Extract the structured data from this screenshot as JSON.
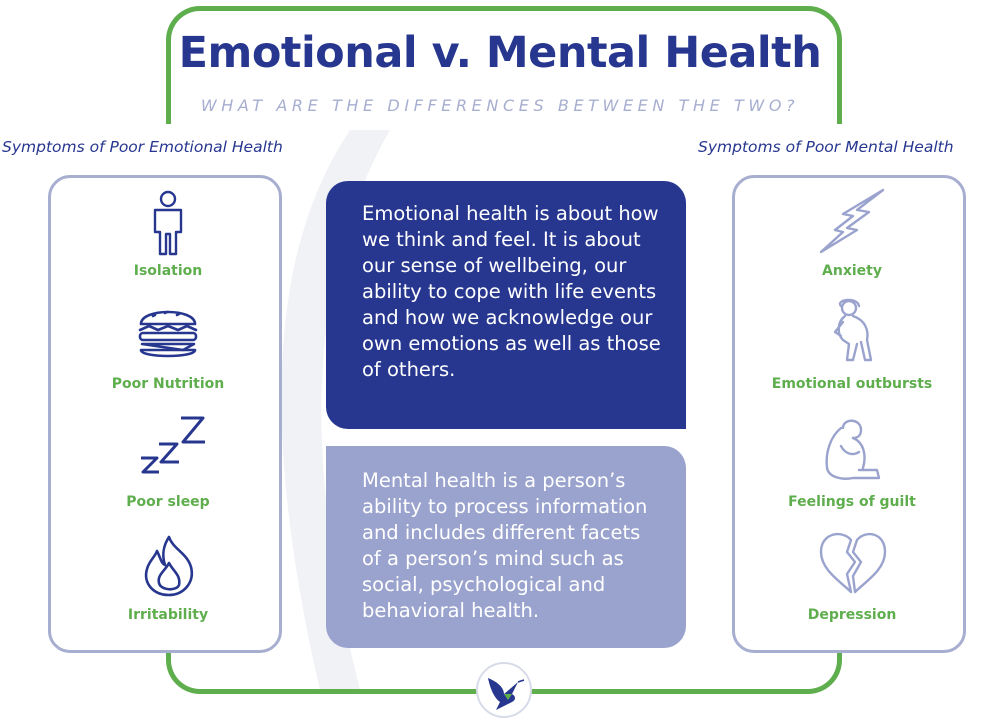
{
  "header": {
    "title": "Emotional v. Mental Health",
    "subtitle": "WHAT ARE THE DIFFERENCES BETWEEN THE TWO?"
  },
  "left": {
    "heading": "Symptoms of Poor Emotional Health",
    "items": [
      {
        "label": "Isolation",
        "icon": "person-icon"
      },
      {
        "label": "Poor Nutrition",
        "icon": "burger-icon"
      },
      {
        "label": "Poor sleep",
        "icon": "zzz-icon"
      },
      {
        "label": "Irritability",
        "icon": "flame-icon"
      }
    ]
  },
  "right": {
    "heading": "Symptoms of Poor Mental Health",
    "items": [
      {
        "label": "Anxiety",
        "icon": "lightning-icon"
      },
      {
        "label": "Emotional outbursts",
        "icon": "distressed-person-icon"
      },
      {
        "label": "Feelings of guilt",
        "icon": "sitting-person-icon"
      },
      {
        "label": "Depression",
        "icon": "broken-heart-icon"
      }
    ]
  },
  "center": {
    "emotional_text": "Emotional health is about how we think and feel. It is about our sense of wellbeing, our ability to cope with life events and how we acknowledge our own emotions as well as those of others.",
    "mental_text": "Mental health is a person’s ability to process information and includes different facets of a person’s mind such as social, psychological and behavioral health."
  },
  "colors": {
    "navy": "#27378f",
    "green": "#5fae4e",
    "lavender": "#a7aed0",
    "card_light": "#9aa3cd"
  },
  "logo": {
    "icon": "hummingbird-icon"
  }
}
